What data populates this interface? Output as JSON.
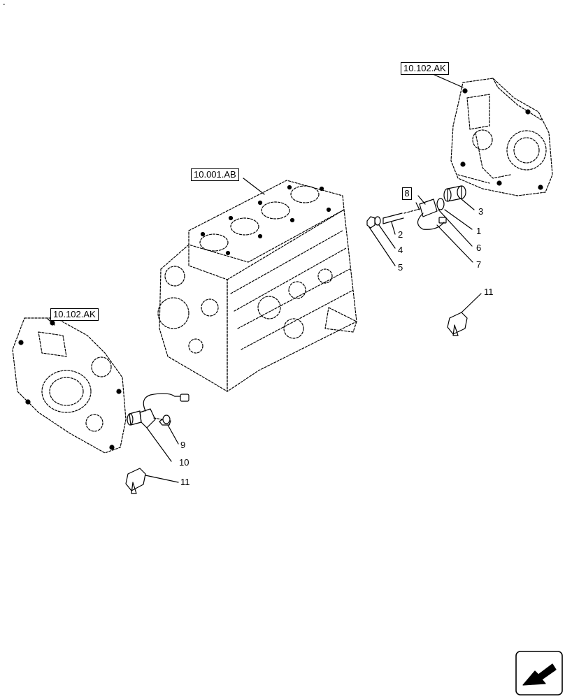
{
  "references": {
    "top_right": "10.102.AK",
    "center": "10.001.AB",
    "left": "10.102.AK"
  },
  "callouts": {
    "c1": "1",
    "c2": "2",
    "c3": "3",
    "c4": "4",
    "c5": "5",
    "c6": "6",
    "c7": "7",
    "c8": "8",
    "c9": "9",
    "c10": "10",
    "c11a": "11",
    "c11b": "11"
  },
  "corner_mark": ".",
  "icons": {
    "nav": "next-page-arrow-icon"
  }
}
